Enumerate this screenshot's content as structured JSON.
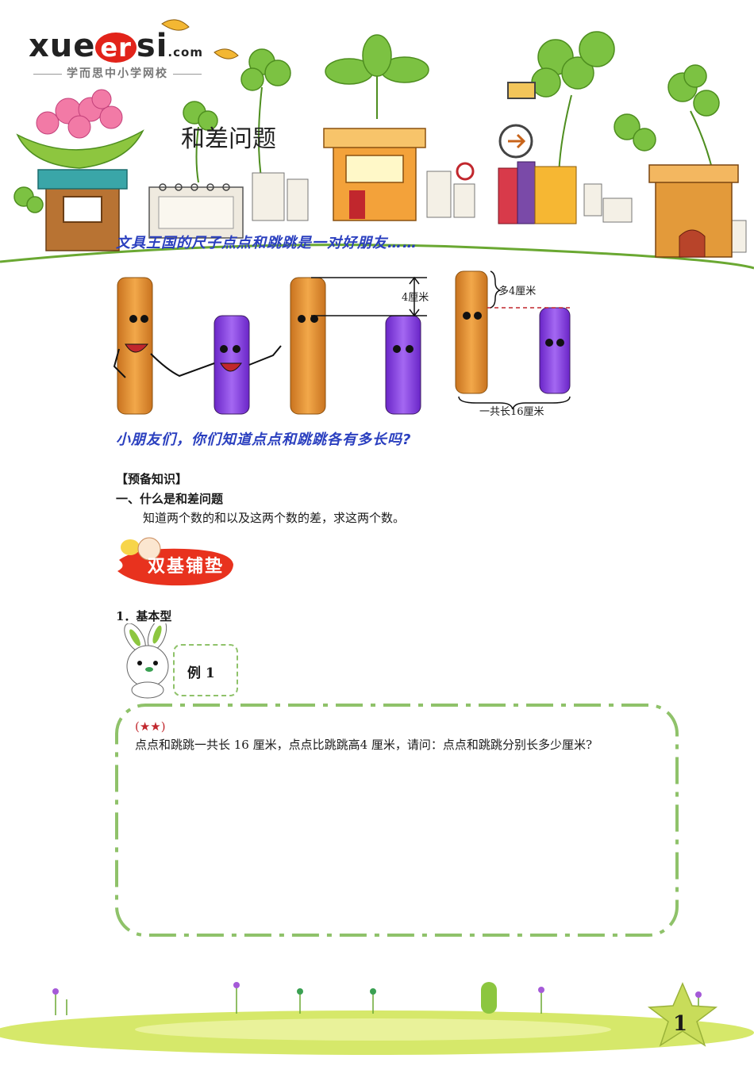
{
  "logo": {
    "brand_pre": "xue",
    "brand_er": "er",
    "brand_post": "si",
    "brand_com": ".com",
    "subtitle": "学而思中小学网校"
  },
  "header": {
    "title": "和差问题"
  },
  "illustration": {
    "story": "文具王国的尺子点点和跳跳是一对好朋友……",
    "label_diff": "4厘米",
    "label_more": "多4厘米",
    "label_total": "一共长16厘米",
    "question": "小朋友们，你们知道点点和跳跳各有多长吗?"
  },
  "knowledge": {
    "section": "【预备知识】",
    "heading": "一、什么是和差问题",
    "definition": "知道两个数的和以及这两个数的差，求这两个数。"
  },
  "badge": {
    "label": "双基铺垫"
  },
  "basic": {
    "heading": "1．基本型"
  },
  "example": {
    "label": "例 1",
    "stars": "(★★)",
    "problem": "点点和跳跳一共长 16 厘米，点点比跳跳高4 厘米，请问：点点和跳跳分别长多少厘米?"
  },
  "footer": {
    "page": "1"
  },
  "colors": {
    "orange_ruler": "#e08a2a",
    "purple_ruler": "#8a3fe0",
    "blue_text": "#2a3fbf",
    "frame_green": "#8fc26a",
    "star_red": "#c1272d"
  }
}
